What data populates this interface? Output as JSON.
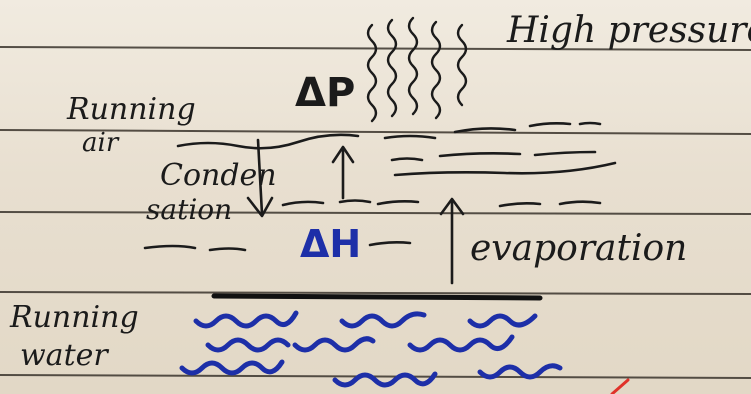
{
  "labels": {
    "high_pressure": "High pressure",
    "delta_p": "ΔP",
    "running_air_line1": "Running",
    "running_air_line2": "air",
    "condensation_line1": "Conden",
    "condensation_line2": "sation",
    "delta_h": "ΔH",
    "evaporation": "evaporation",
    "running_water_line1": "Running",
    "running_water_line2": "water"
  },
  "colors": {
    "ink": "#1b1b1b",
    "water_ink": "#1d2fa8",
    "accent_mark": "#e0322a"
  }
}
